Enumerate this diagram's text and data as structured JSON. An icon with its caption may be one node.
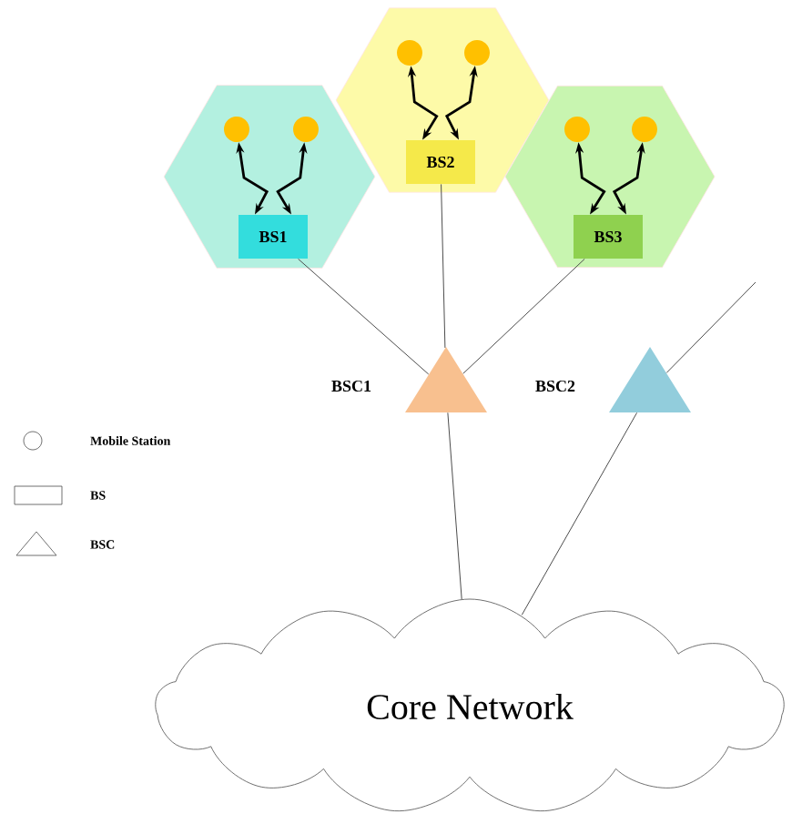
{
  "diagram": {
    "nodes": [
      {
        "text": [],
        "shape": "hexagon"
      },
      {
        "text": [],
        "shape": "hexagon"
      },
      {
        "text": [],
        "shape": "hexagon"
      },
      {
        "text": [
          "BS1"
        ],
        "in": 0
      },
      {
        "text": [
          "BS2"
        ],
        "in": 1
      },
      {
        "text": [
          "BS3"
        ],
        "in": 2
      },
      {
        "text": [],
        "shape": "circle",
        "in": 0
      },
      {
        "text": [],
        "shape": "circle",
        "in": 0
      },
      {
        "text": [],
        "shape": "circle",
        "in": 1
      },
      {
        "text": [],
        "shape": "circle",
        "in": 1
      },
      {
        "text": [],
        "shape": "circle",
        "in": 2
      },
      {
        "text": [],
        "shape": "circle",
        "in": 2
      },
      {
        "text": [
          "BSC1"
        ]
      },
      {
        "text": [
          "BSC2"
        ]
      },
      {
        "text": [
          "Core Network"
        ]
      }
    ],
    "edges": [
      {
        "from": 6,
        "to": 3,
        "arrow": "both"
      },
      {
        "from": 7,
        "to": 3,
        "arrow": "both"
      },
      {
        "from": 8,
        "to": 4,
        "arrow": "both"
      },
      {
        "from": 9,
        "to": 4,
        "arrow": "both"
      },
      {
        "from": 10,
        "to": 5,
        "arrow": "both"
      },
      {
        "from": 11,
        "to": 5,
        "arrow": "both"
      },
      {
        "from": 3,
        "to": 12,
        "arrow": "none"
      },
      {
        "from": 4,
        "to": 12,
        "arrow": "none"
      },
      {
        "from": 5,
        "to": 12,
        "arrow": "none"
      },
      {
        "from": 13,
        "to": null,
        "arrow": "none"
      },
      {
        "from": 12,
        "to": 14,
        "arrow": "none"
      },
      {
        "from": 13,
        "to": 14,
        "arrow": "none"
      }
    ],
    "legend": [
      {
        "text": "Mobile Station"
      },
      {
        "text": "BS"
      },
      {
        "text": "BSC"
      }
    ]
  }
}
